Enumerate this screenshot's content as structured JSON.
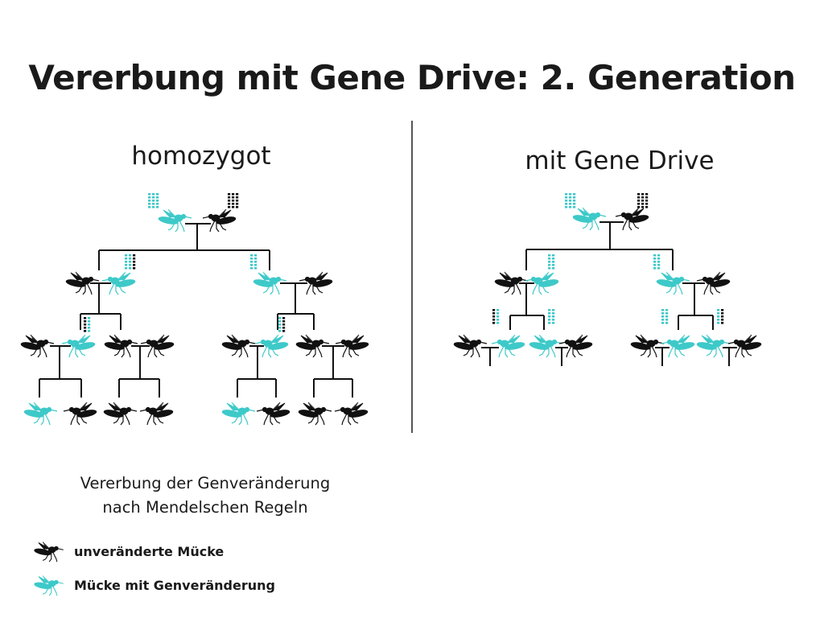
{
  "title": "Vererbung mit Gene Drive: 2. Generation",
  "left_panel": {
    "title": "homozygot",
    "caption_line1": "Vererbung der Genveränderung",
    "caption_line2": "nach Mendelschen Regeln"
  },
  "right_panel": {
    "title": "mit Gene Drive"
  },
  "legend": [
    {
      "label": "unveränderte Mücke",
      "kind": "black-mosquito-icon"
    },
    {
      "label": "Mücke mit Genveränderung",
      "kind": "cyan-mosquito-icon"
    }
  ],
  "colors": {
    "modified": "#3ec9c9",
    "unmodified": "#111111",
    "line": "#111111"
  }
}
